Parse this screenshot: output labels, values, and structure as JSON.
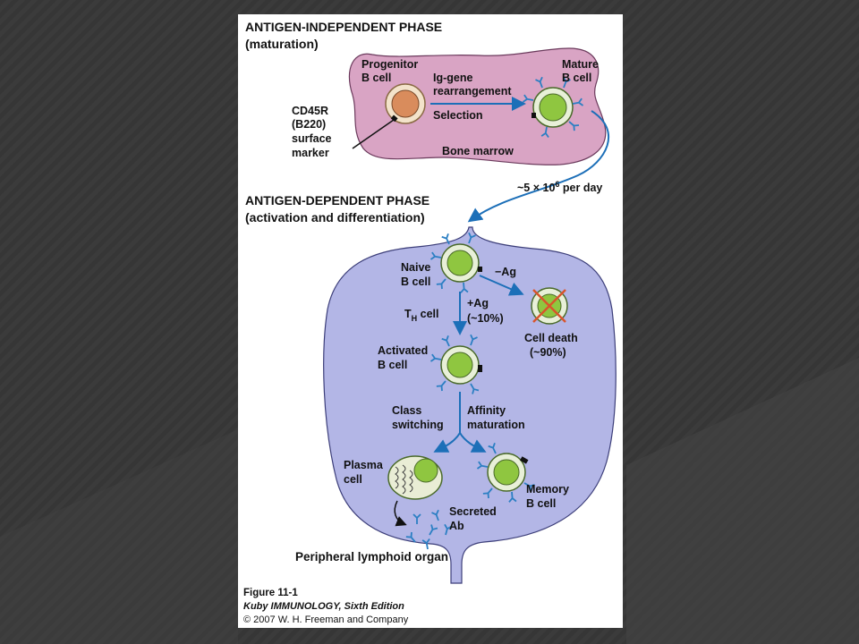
{
  "colors": {
    "slide_bg": "#3a3a3a",
    "bone_marrow": "#d9a4c4",
    "lymphoid_organ": "#b3b6e6",
    "cell_nucleus": "#8fc640",
    "progenitor_nucleus": "#d98c5c",
    "receptor": "#2b7fc3",
    "arrow": "#1c6fb8",
    "death_x": "#d9542b"
  },
  "phase1": {
    "title": "ANTIGEN-INDEPENDENT PHASE",
    "subtitle": "(maturation)"
  },
  "progenitor": {
    "line1": "Progenitor",
    "line2": "B cell"
  },
  "mature": {
    "line1": "Mature",
    "line2": "B cell"
  },
  "rearrangement": {
    "line1": "Ig-gene",
    "line2": "rearrangement"
  },
  "selection": "Selection",
  "bone_marrow": "Bone marrow",
  "marker": {
    "line1": "CD45R",
    "line2": "(B220)",
    "line3": "surface",
    "line4": "marker"
  },
  "rate": {
    "prefix": "~5 × 10",
    "exp": "6",
    "suffix": " per day"
  },
  "phase2": {
    "title": "ANTIGEN-DEPENDENT PHASE",
    "subtitle": "(activation and differentiation)"
  },
  "naive": {
    "line1": "Naive",
    "line2": "B cell"
  },
  "minus_ag": "−Ag",
  "plus_ag": {
    "line1": "+Ag",
    "line2": "(~10%)"
  },
  "th_cell": {
    "t": "T",
    "sub": "H",
    "rest": " cell"
  },
  "cell_death": {
    "line1": "Cell death",
    "line2": "(~90%)"
  },
  "activated": {
    "line1": "Activated",
    "line2": "B cell"
  },
  "class_switching": {
    "line1": "Class",
    "line2": "switching"
  },
  "affinity": {
    "line1": "Affinity",
    "line2": "maturation"
  },
  "plasma": {
    "line1": "Plasma",
    "line2": "cell"
  },
  "memory": {
    "line1": "Memory",
    "line2": "B cell"
  },
  "secreted": {
    "line1": "Secreted",
    "line2": "Ab"
  },
  "peripheral": "Peripheral lymphoid organ",
  "caption": {
    "figure": "Figure 11-1",
    "book": "Kuby IMMUNOLOGY, Sixth Edition",
    "copyright": "© 2007 W. H. Freeman and Company"
  }
}
